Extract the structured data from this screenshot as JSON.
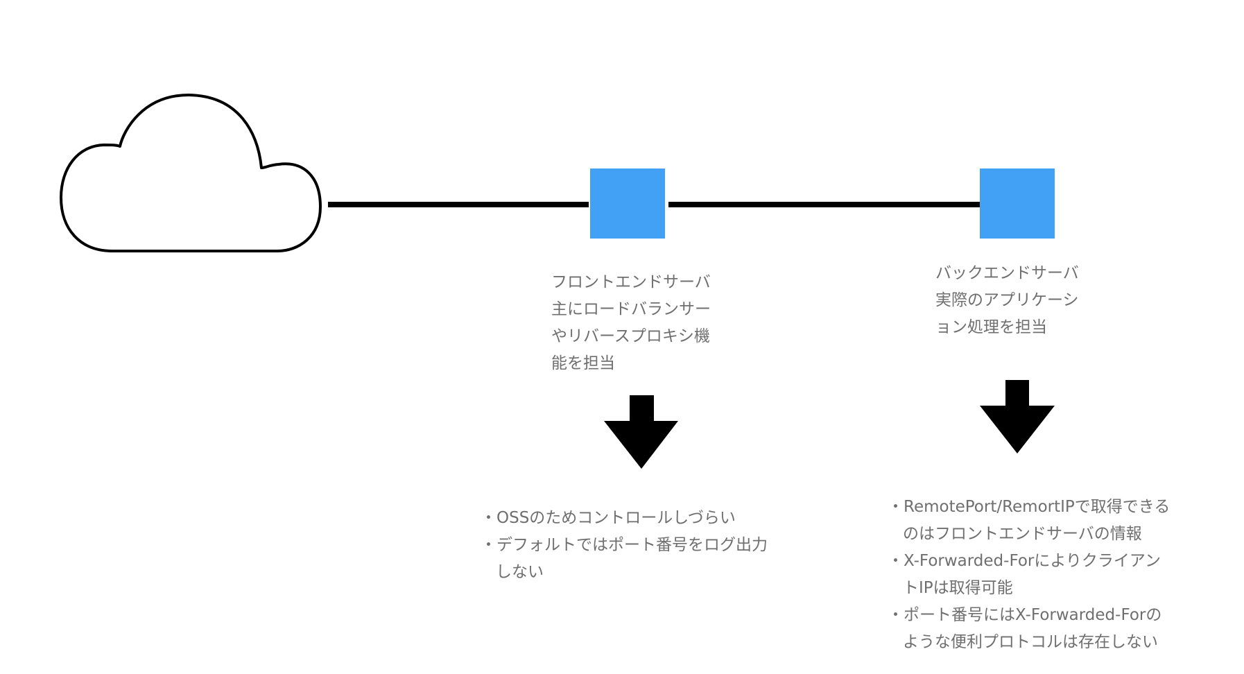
{
  "colors": {
    "node": "#42a1f5",
    "line": "#000000",
    "text": "#6f6f6f",
    "background": "#ffffff"
  },
  "icons": {
    "cloud": "cloud-icon",
    "arrow": "down-arrow-icon"
  },
  "frontend": {
    "description_lines": [
      "フロントエンドサーバ",
      "主にロードバランサー",
      "やリバースプロキシ機",
      "能を担当"
    ],
    "notes_lines": [
      "・OSSのためコントロールしづらい",
      "・デフォルトではポート番号をログ出力",
      "しない"
    ]
  },
  "backend": {
    "description_lines": [
      "バックエンドサーバ",
      "実際のアプリケーシ",
      "ョン処理を担当"
    ],
    "notes_lines": [
      "・RemotePort/RemortIPで取得できる",
      "のはフロントエンドサーバの情報",
      "・X-Forwarded-Forによりクライアン",
      "トIPは取得可能",
      "・ポート番号にはX-Forwarded-Forの",
      "ような便利プロトコルは存在しない"
    ]
  }
}
